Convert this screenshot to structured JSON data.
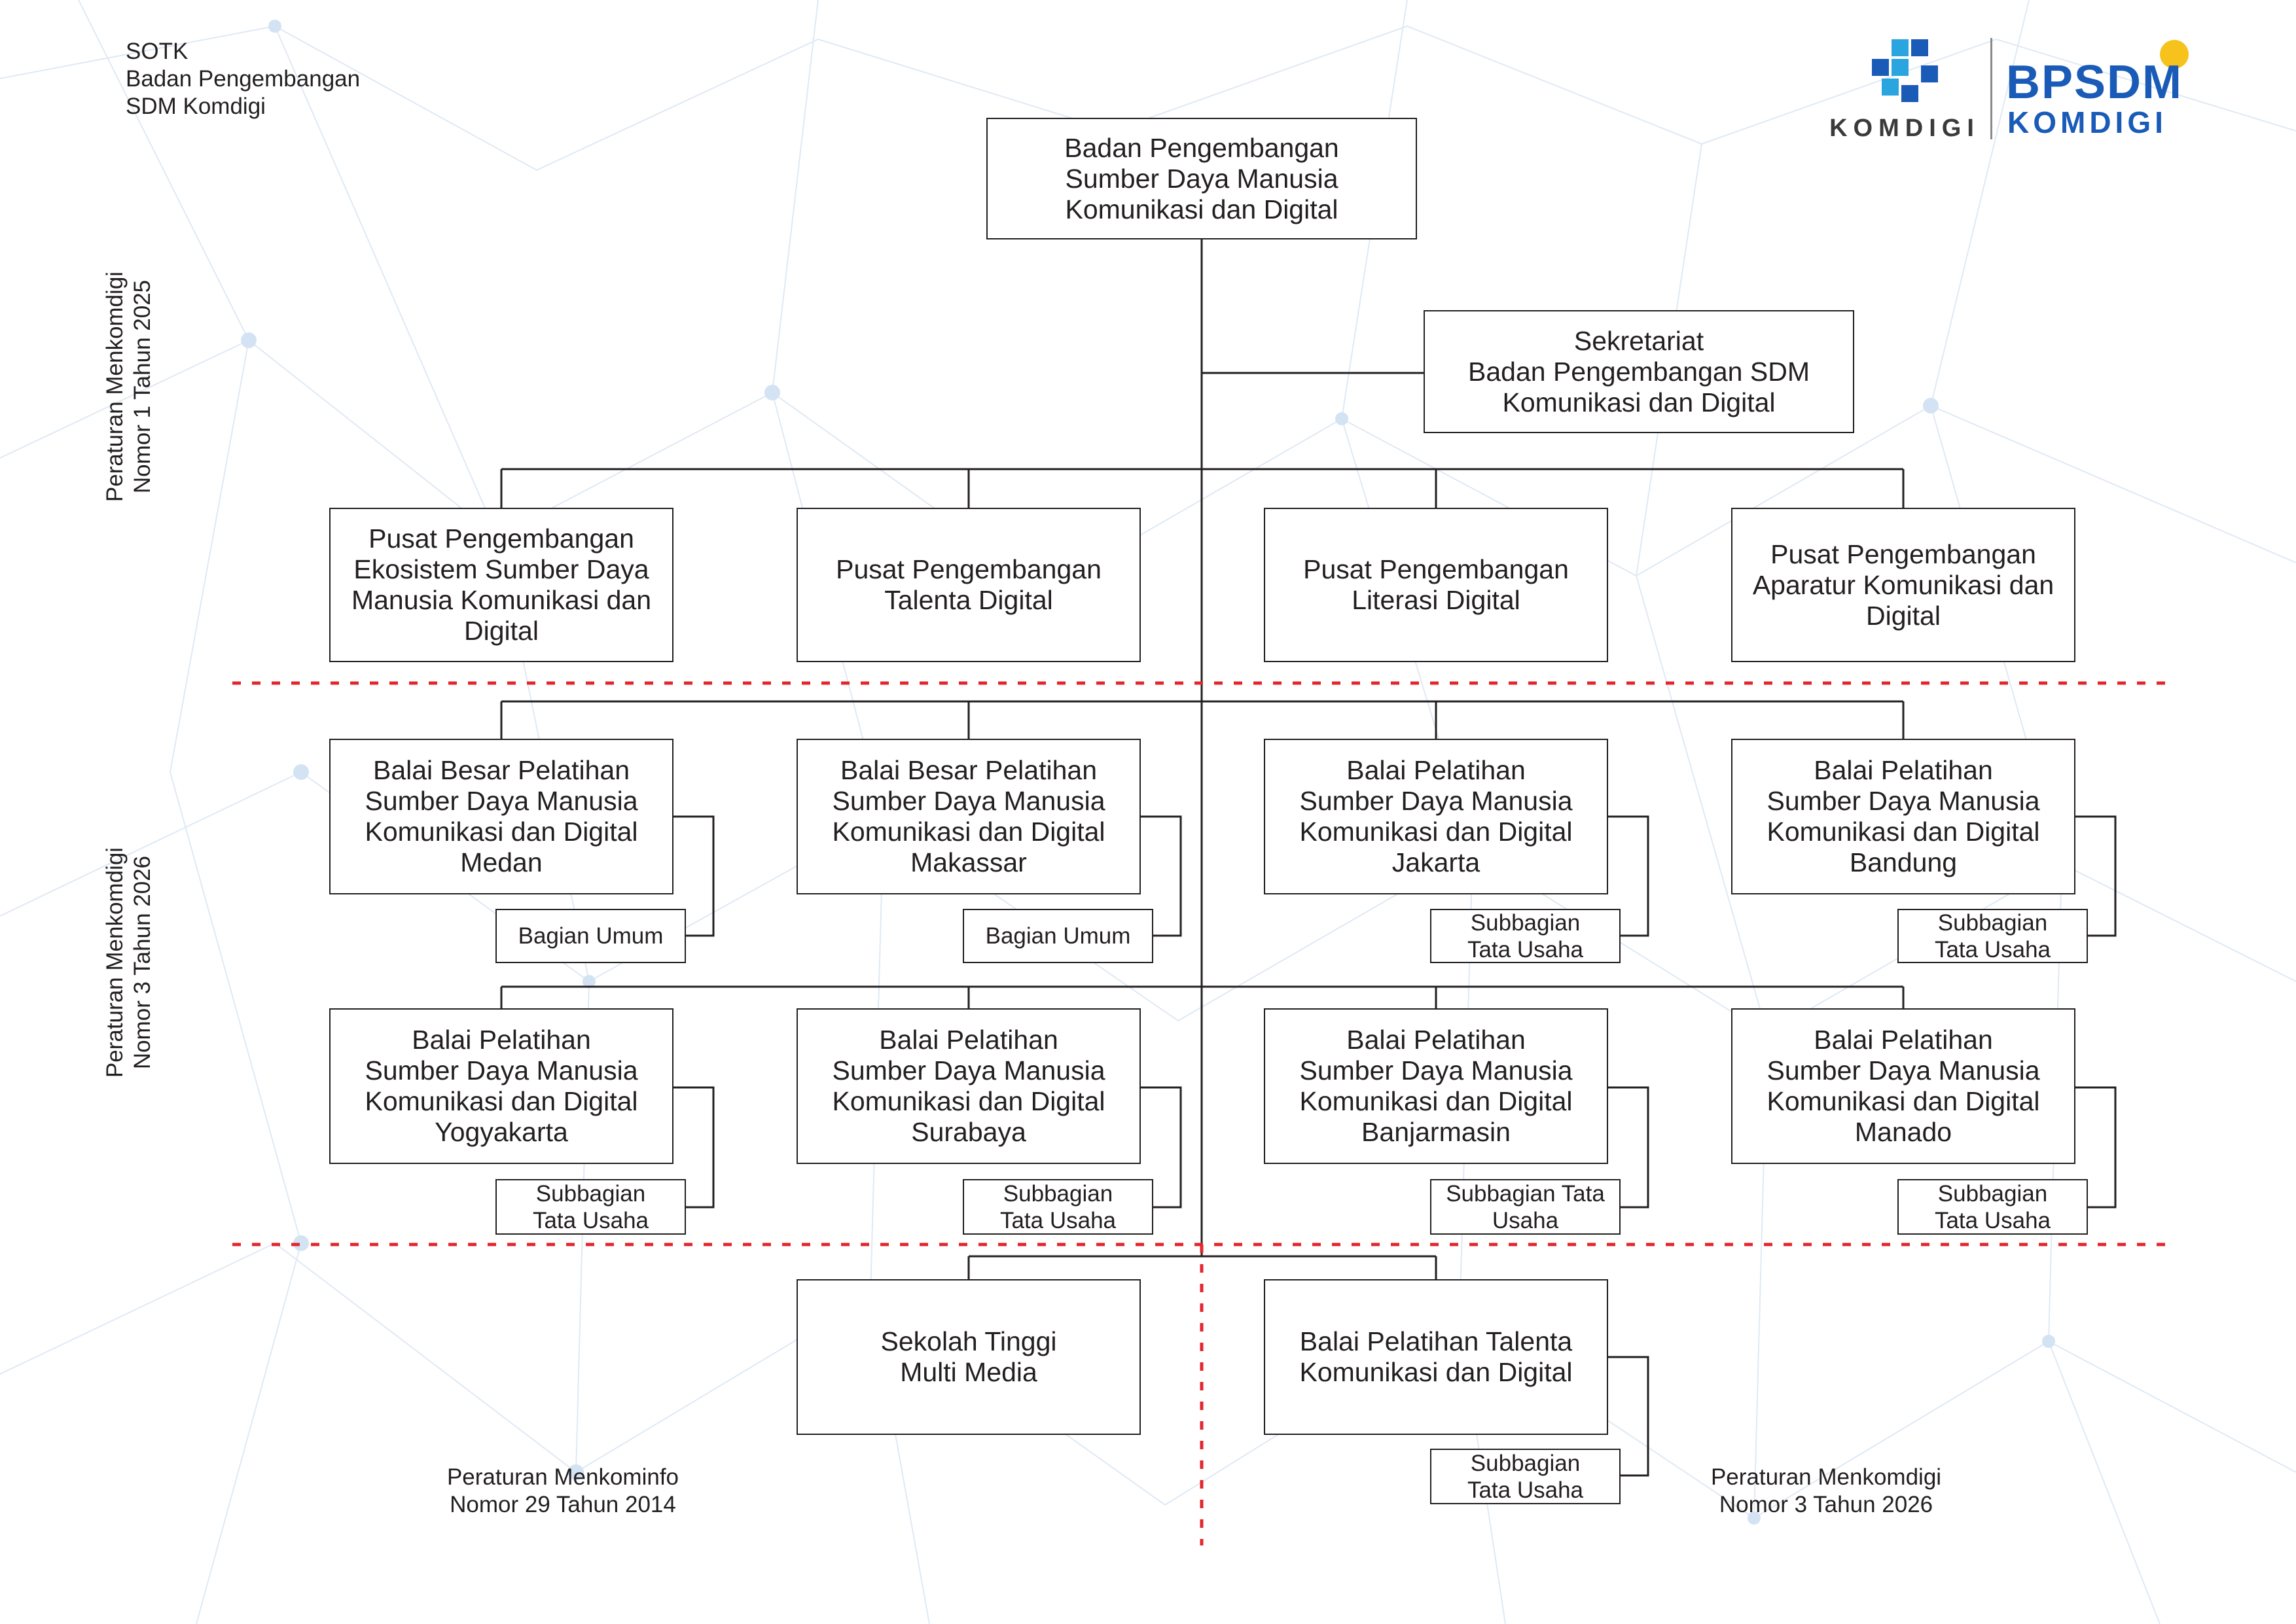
{
  "header": {
    "corner_text": "SOTK\nBadan Pengembangan\nSDM Komdigi"
  },
  "logos": {
    "komdigi_wordmark": "KOMDIGI",
    "bpsdm_line1": "BPSDM",
    "bpsdm_line2": "KOMDIGI",
    "colors": {
      "blue": "#1b5bb8",
      "cyan": "#2aa5df",
      "yellow": "#f6c21b"
    }
  },
  "side_labels": {
    "upper": "Peraturan Menkomdigi\nNomor 1 Tahun 2025",
    "middle": "Peraturan Menkomdigi\nNomor 3 Tahun 2026"
  },
  "bottom_notes": {
    "left": "Peraturan Menkominfo\nNomor 29 Tahun 2014",
    "right": "Peraturan Menkomdigi\nNomor 3 Tahun 2026"
  },
  "units": {
    "head": "Badan Pengembangan\nSumber Daya Manusia\nKomunikasi dan Digital",
    "secretariat": "Sekretariat\nBadan Pengembangan SDM\nKomunikasi dan Digital",
    "centers": [
      "Pusat Pengembangan\nEkosistem Sumber Daya\nManusia Komunikasi dan\nDigital",
      "Pusat Pengembangan\nTalenta Digital",
      "Pusat Pengembangan\nLiterasi Digital",
      "Pusat Pengembangan\nAparatur Komunikasi dan\nDigital"
    ],
    "balai_row1": [
      "Balai Besar Pelatihan\nSumber Daya Manusia\nKomunikasi dan Digital\nMedan",
      "Balai Besar Pelatihan\nSumber Daya Manusia\nKomunikasi dan Digital\nMakassar",
      "Balai Pelatihan\nSumber Daya Manusia\nKomunikasi dan Digital\nJakarta",
      "Balai Pelatihan\nSumber Daya Manusia\nKomunikasi dan Digital\nBandung"
    ],
    "sub_row1": [
      "Bagian Umum",
      "Bagian Umum",
      "Subbagian\nTata Usaha",
      "Subbagian\nTata Usaha"
    ],
    "balai_row2": [
      "Balai Pelatihan\nSumber Daya Manusia\nKomunikasi dan Digital\nYogyakarta",
      "Balai Pelatihan\nSumber Daya Manusia\nKomunikasi dan Digital\nSurabaya",
      "Balai Pelatihan\nSumber Daya Manusia\nKomunikasi dan Digital\nBanjarmasin",
      "Balai Pelatihan\nSumber Daya Manusia\nKomunikasi dan Digital\nManado"
    ],
    "sub_row2": [
      "Subbagian\nTata Usaha",
      "Subbagian\nTata Usaha",
      "Subbagian Tata\nUsaha",
      "Subbagian\nTata Usaha"
    ],
    "bottom": [
      "Sekolah Tinggi\nMulti Media",
      "Balai Pelatihan Talenta\nKomunikasi dan Digital"
    ],
    "sub_bottom": "Subbagian\nTata Usaha"
  }
}
